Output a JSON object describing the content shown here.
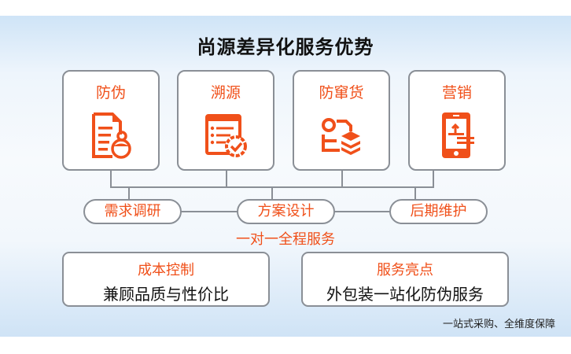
{
  "title": "尚源差异化服务优势",
  "colors": {
    "accent": "#f0501a",
    "border": "#8a8f96",
    "band_top": "#cfe4f7",
    "band_mid": "#f7fafd"
  },
  "services": [
    {
      "label": "防伪",
      "icon": "document-user-icon"
    },
    {
      "label": "溯源",
      "icon": "checklist-badge-icon"
    },
    {
      "label": "防窜货",
      "icon": "stack-route-icon"
    },
    {
      "label": "营销",
      "icon": "phone-transfer-icon"
    }
  ],
  "process": {
    "steps": [
      "需求调研",
      "方案设计",
      "后期维护"
    ],
    "caption": "一对一全程服务"
  },
  "highlights": [
    {
      "heading": "成本控制",
      "body": "兼顾品质与性价比"
    },
    {
      "heading": "服务亮点",
      "body": "外包装一站化防伪服务"
    }
  ],
  "footer": "一站式采购、全维度保障"
}
